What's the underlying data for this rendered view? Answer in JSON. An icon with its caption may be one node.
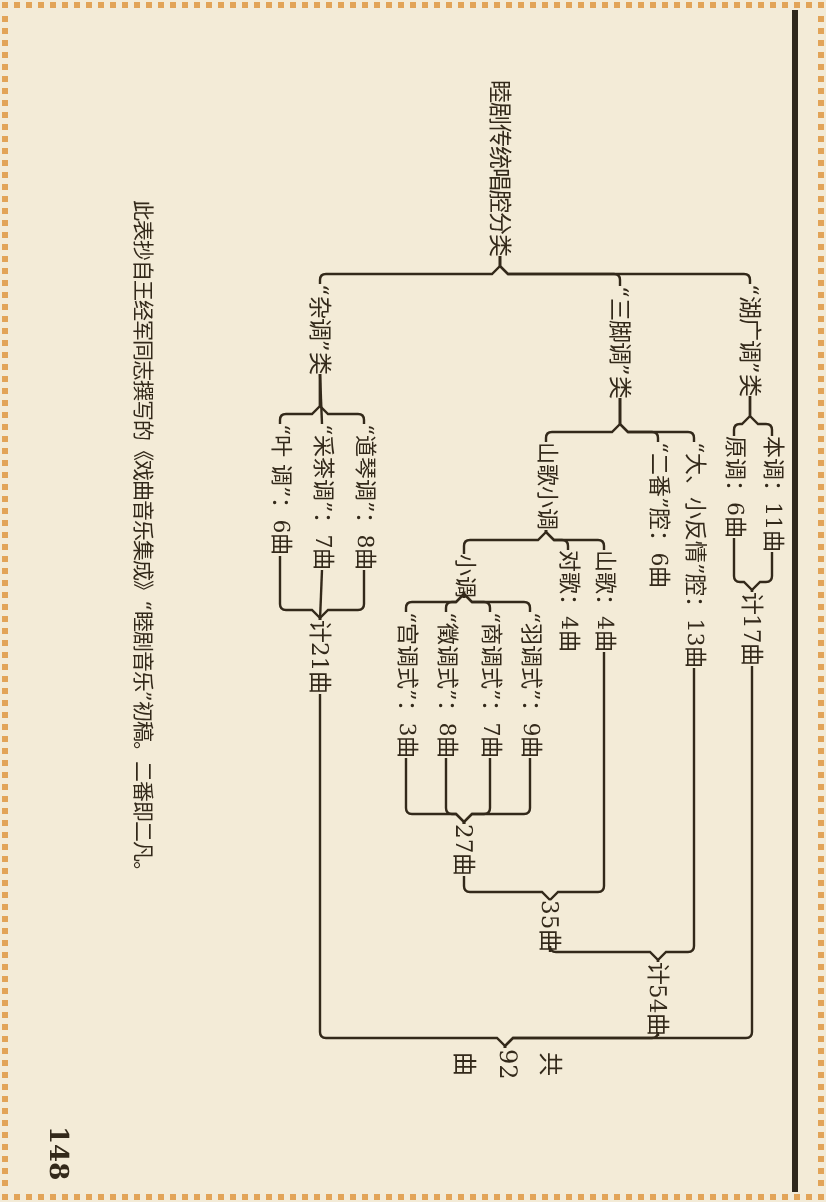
{
  "diagram": {
    "caption": "此表抄自王经军同志撰写的《戏曲音乐集成》“睦剧音乐”初稿。二番即二凡。",
    "nodes": [
      {
        "text": [
          "睦剧传统唱腔分类"
        ]
      },
      {
        "text": [
          "“湖广调”类"
        ]
      },
      {
        "text": [
          "本调：11曲"
        ]
      },
      {
        "text": [
          "原调：6曲"
        ]
      },
      {
        "text": [
          "计17曲"
        ]
      },
      {
        "text": [
          "“三脚调”类"
        ]
      },
      {
        "text": [
          "“大、小反情”腔：13曲"
        ]
      },
      {
        "text": [
          "“二番”腔：6曲"
        ]
      },
      {
        "text": [
          "山歌小调"
        ]
      },
      {
        "text": [
          "山歌：4曲"
        ]
      },
      {
        "text": [
          "对歌：4曲"
        ]
      },
      {
        "text": [
          "小调"
        ]
      },
      {
        "text": [
          "“羽调式”：9曲"
        ]
      },
      {
        "text": [
          "“商调式”：7曲"
        ]
      },
      {
        "text": [
          "“徵调式”：8曲"
        ]
      },
      {
        "text": [
          "“宫调式”：3曲"
        ]
      },
      {
        "text": [
          "27曲"
        ]
      },
      {
        "text": [
          "35曲"
        ]
      },
      {
        "text": [
          "计54曲"
        ]
      },
      {
        "text": [
          "“杂调”类"
        ]
      },
      {
        "text": [
          "“道琴调”：8曲"
        ]
      },
      {
        "text": [
          "“采茶调”：7曲"
        ]
      },
      {
        "text": [
          "“叶 调”：6曲"
        ]
      },
      {
        "text": [
          "计21曲"
        ]
      },
      {
        "text": [
          "共92曲"
        ]
      }
    ],
    "edges": [
      {
        "from": 0,
        "to": 1,
        "arrow": "none"
      },
      {
        "from": 0,
        "to": 5,
        "arrow": "none"
      },
      {
        "from": 0,
        "to": 19,
        "arrow": "none"
      },
      {
        "from": 1,
        "to": 2,
        "arrow": "none"
      },
      {
        "from": 1,
        "to": 3,
        "arrow": "none"
      },
      {
        "from": 2,
        "to": 4,
        "arrow": "none"
      },
      {
        "from": 3,
        "to": 4,
        "arrow": "none"
      },
      {
        "from": 5,
        "to": 6,
        "arrow": "none"
      },
      {
        "from": 5,
        "to": 7,
        "arrow": "none"
      },
      {
        "from": 5,
        "to": 8,
        "arrow": "none"
      },
      {
        "from": 8,
        "to": 9,
        "arrow": "none"
      },
      {
        "from": 8,
        "to": 10,
        "arrow": "none"
      },
      {
        "from": 8,
        "to": 11,
        "arrow": "none"
      },
      {
        "from": 11,
        "to": 12,
        "arrow": "none"
      },
      {
        "from": 11,
        "to": 13,
        "arrow": "none"
      },
      {
        "from": 11,
        "to": 14,
        "arrow": "none"
      },
      {
        "from": 11,
        "to": 15,
        "arrow": "none"
      },
      {
        "from": 12,
        "to": 16,
        "arrow": "none"
      },
      {
        "from": 13,
        "to": 16,
        "arrow": "none"
      },
      {
        "from": 14,
        "to": 16,
        "arrow": "none"
      },
      {
        "from": 15,
        "to": 16,
        "arrow": "none"
      },
      {
        "from": 9,
        "to": 17,
        "arrow": "none"
      },
      {
        "from": 16,
        "to": 17,
        "arrow": "none"
      },
      {
        "from": 6,
        "to": 18,
        "arrow": "none"
      },
      {
        "from": 17,
        "to": 18,
        "arrow": "none"
      },
      {
        "from": 19,
        "to": 20,
        "arrow": "none"
      },
      {
        "from": 19,
        "to": 21,
        "arrow": "none"
      },
      {
        "from": 19,
        "to": 22,
        "arrow": "none"
      },
      {
        "from": 20,
        "to": 23,
        "arrow": "none"
      },
      {
        "from": 21,
        "to": 23,
        "arrow": "none"
      },
      {
        "from": 22,
        "to": 23,
        "arrow": "none"
      },
      {
        "from": 4,
        "to": 24,
        "arrow": "none"
      },
      {
        "from": 18,
        "to": 24,
        "arrow": "none"
      },
      {
        "from": 23,
        "to": 24,
        "arrow": "none"
      }
    ],
    "labels": [
      "148"
    ]
  }
}
